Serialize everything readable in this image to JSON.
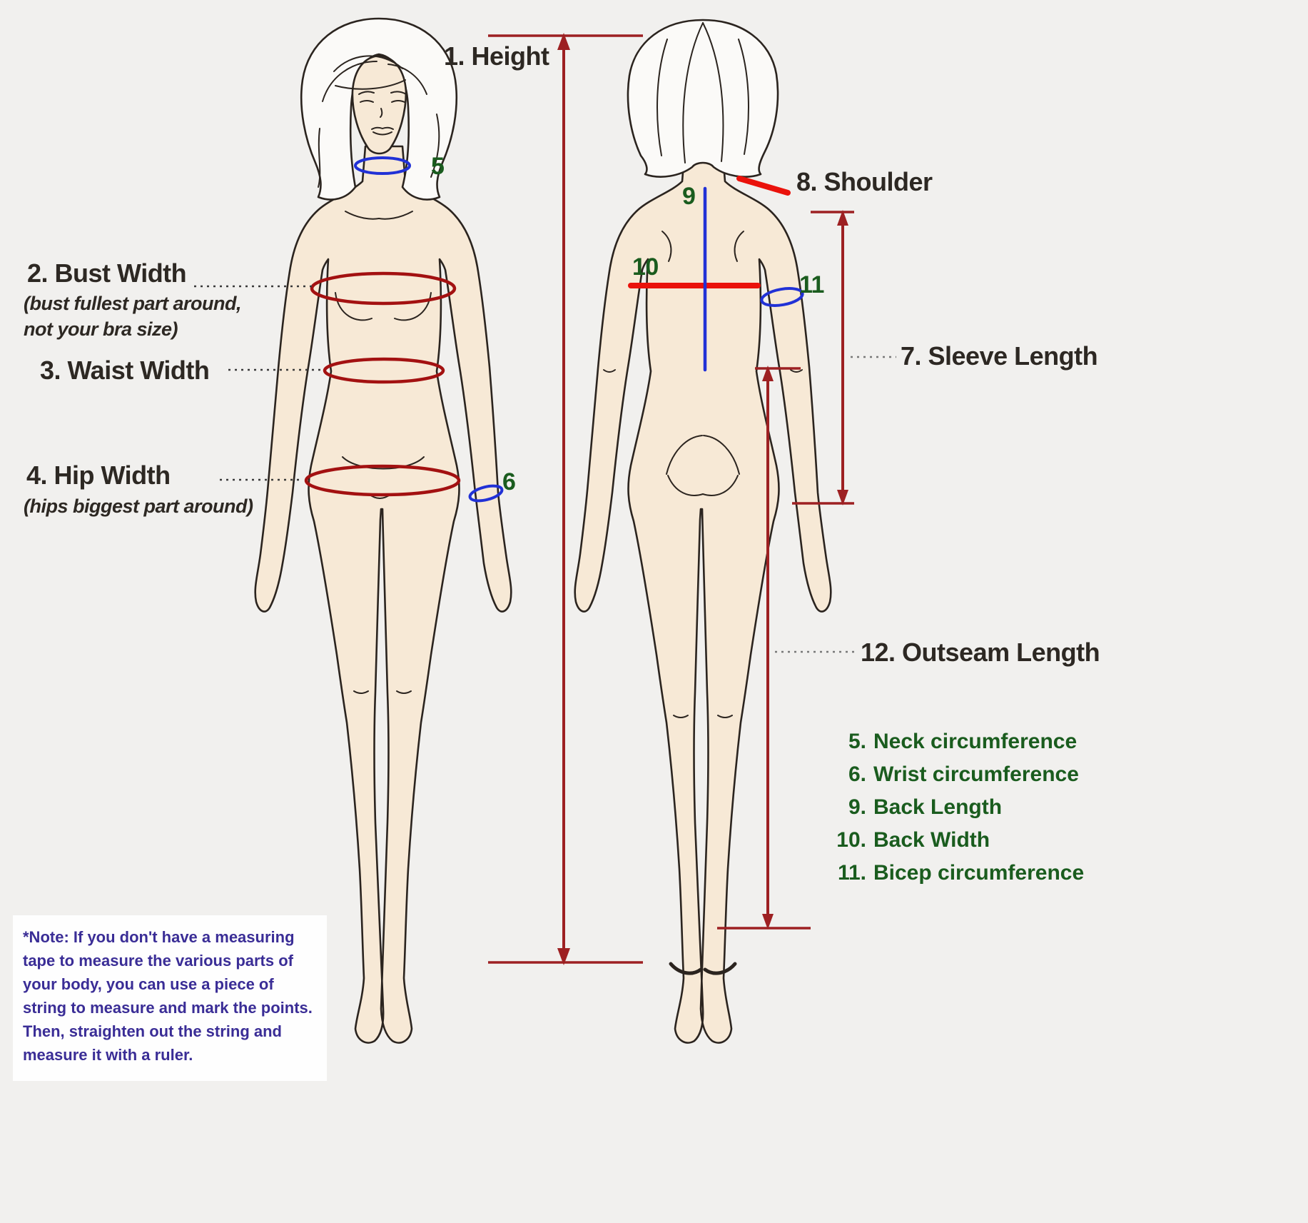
{
  "page": {
    "title": "Body measurement guide diagram"
  },
  "colors": {
    "page_bg": "#f1f0ee",
    "skin": "#f7e9d6",
    "outline": "#2b241f",
    "hair_fill": "#fbfaf8",
    "measure_red": "#9d2022",
    "ellipse_red": "#a31111",
    "bright_red": "#ea120b",
    "blue": "#2131d6",
    "green": "#1a5c1e",
    "label": "#2d2823",
    "note_purple": "#3a2d96",
    "note_bg": "#fefefe",
    "leader": "#3a3a3a"
  },
  "annotations": {
    "height": "1. Height",
    "bust": "2. Bust Width",
    "bust_note_line1": "(bust fullest part around,",
    "bust_note_line2": "not your bra size)",
    "waist": "3. Waist Width",
    "hip": "4. Hip Width",
    "hip_note": "(hips biggest part around)",
    "neck_number": "5",
    "wrist_number": "6",
    "sleeve": "7. Sleeve Length",
    "shoulder": "8. Shoulder",
    "back_length_number": "9",
    "back_width_number": "10",
    "bicep_number": "11",
    "outseam": "12. Outseam Length"
  },
  "legend": [
    {
      "number": "5.",
      "label": "Neck circumference"
    },
    {
      "number": "6.",
      "label": "Wrist circumference"
    },
    {
      "number": "9.",
      "label": "Back Length"
    },
    {
      "number": "10.",
      "label": "Back Width"
    },
    {
      "number": "11.",
      "label": "Bicep circumference"
    }
  ],
  "note": "*Note: If you don't have a measuring tape to measure the various parts of your body, you can use a piece of string to measure and mark the points. Then, straighten out the string and measure it with a ruler."
}
